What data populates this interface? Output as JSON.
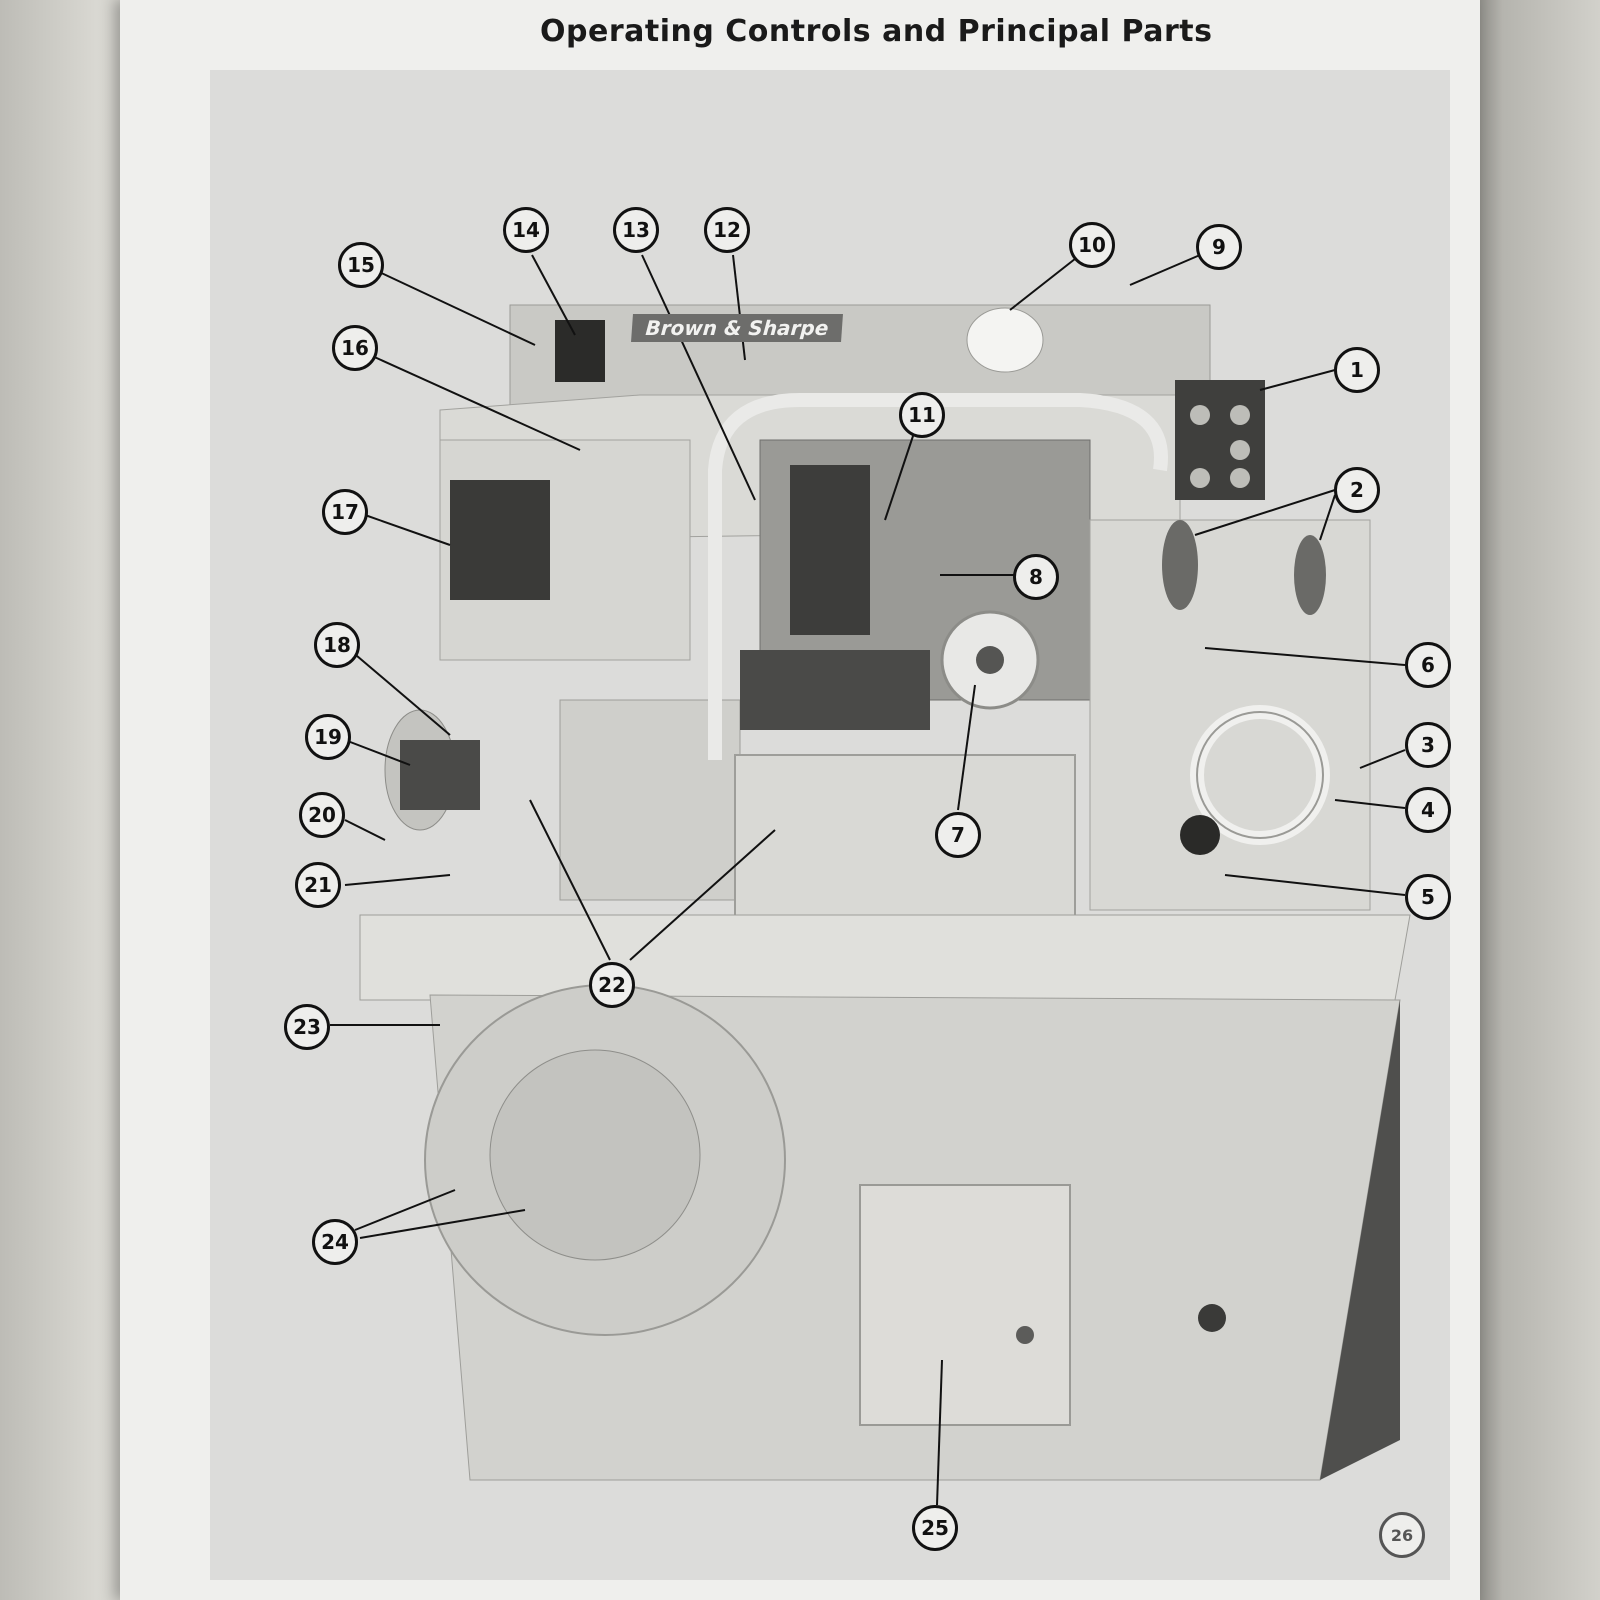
{
  "page": {
    "title": "Operating Controls and Principal Parts",
    "brand_plate": "Brown & Sharpe",
    "page_number": "26"
  },
  "callouts": [
    {
      "id": "c1",
      "label": "1"
    },
    {
      "id": "c2",
      "label": "2"
    },
    {
      "id": "c3",
      "label": "3"
    },
    {
      "id": "c4",
      "label": "4"
    },
    {
      "id": "c5",
      "label": "5"
    },
    {
      "id": "c6",
      "label": "6"
    },
    {
      "id": "c7",
      "label": "7"
    },
    {
      "id": "c8",
      "label": "8"
    },
    {
      "id": "c9",
      "label": "9"
    },
    {
      "id": "c10",
      "label": "10"
    },
    {
      "id": "c11",
      "label": "11"
    },
    {
      "id": "c12",
      "label": "12"
    },
    {
      "id": "c13",
      "label": "13"
    },
    {
      "id": "c14",
      "label": "14"
    },
    {
      "id": "c15",
      "label": "15"
    },
    {
      "id": "c16",
      "label": "16"
    },
    {
      "id": "c17",
      "label": "17"
    },
    {
      "id": "c18",
      "label": "18"
    },
    {
      "id": "c19",
      "label": "19"
    },
    {
      "id": "c20",
      "label": "20"
    },
    {
      "id": "c21",
      "label": "21"
    },
    {
      "id": "c22",
      "label": "22"
    },
    {
      "id": "c23",
      "label": "23"
    },
    {
      "id": "c24",
      "label": "24"
    },
    {
      "id": "c25",
      "label": "25"
    }
  ],
  "colors": {
    "machine_light": "#d4d4d0",
    "machine_mid": "#b9b9b4",
    "machine_dark": "#555553",
    "line": "#111111"
  }
}
